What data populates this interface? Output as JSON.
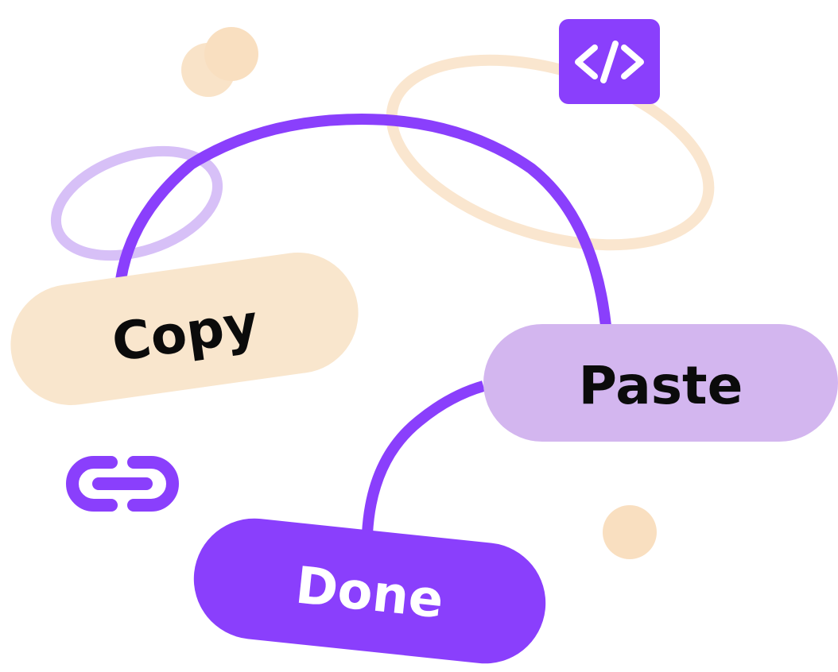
{
  "steps": {
    "copy": {
      "label": "Copy"
    },
    "paste": {
      "label": "Paste"
    },
    "done": {
      "label": "Done"
    }
  },
  "icons": {
    "code": "code-icon",
    "link": "link-icon"
  },
  "colors": {
    "accent_purple": "#8a3ffc",
    "light_purple": "#d3b6ef",
    "ring_purple": "#d7c0f7",
    "peach": "#f9e6cd",
    "peach_dot": "#f9dfc0",
    "text_dark": "#0b0b0b",
    "text_light": "#ffffff"
  }
}
